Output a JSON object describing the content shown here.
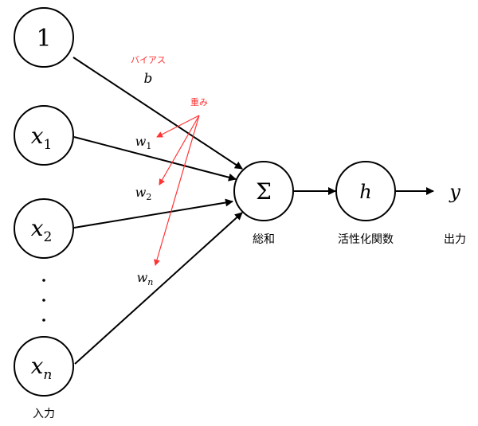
{
  "nodes": {
    "bias_input": "1",
    "x1": {
      "base": "x",
      "sub": "1"
    },
    "x2": {
      "base": "x",
      "sub": "2"
    },
    "xn": {
      "base": "x",
      "sub": "n"
    },
    "sum": "Σ",
    "activation": "h",
    "output": "y"
  },
  "ellipsis": ".\n.\n.",
  "bias": {
    "annotation": "バイアス",
    "symbol": "b"
  },
  "weights": {
    "annotation": "重み",
    "w1": {
      "base": "w",
      "sub": "1"
    },
    "w2": {
      "base": "w",
      "sub": "2"
    },
    "wn": {
      "base": "w",
      "sub": "n"
    }
  },
  "labels": {
    "input": "入力",
    "sum": "総和",
    "activation": "活性化関数",
    "output": "出力"
  },
  "colors": {
    "annotation": "#ff3333",
    "stroke": "#000000"
  }
}
